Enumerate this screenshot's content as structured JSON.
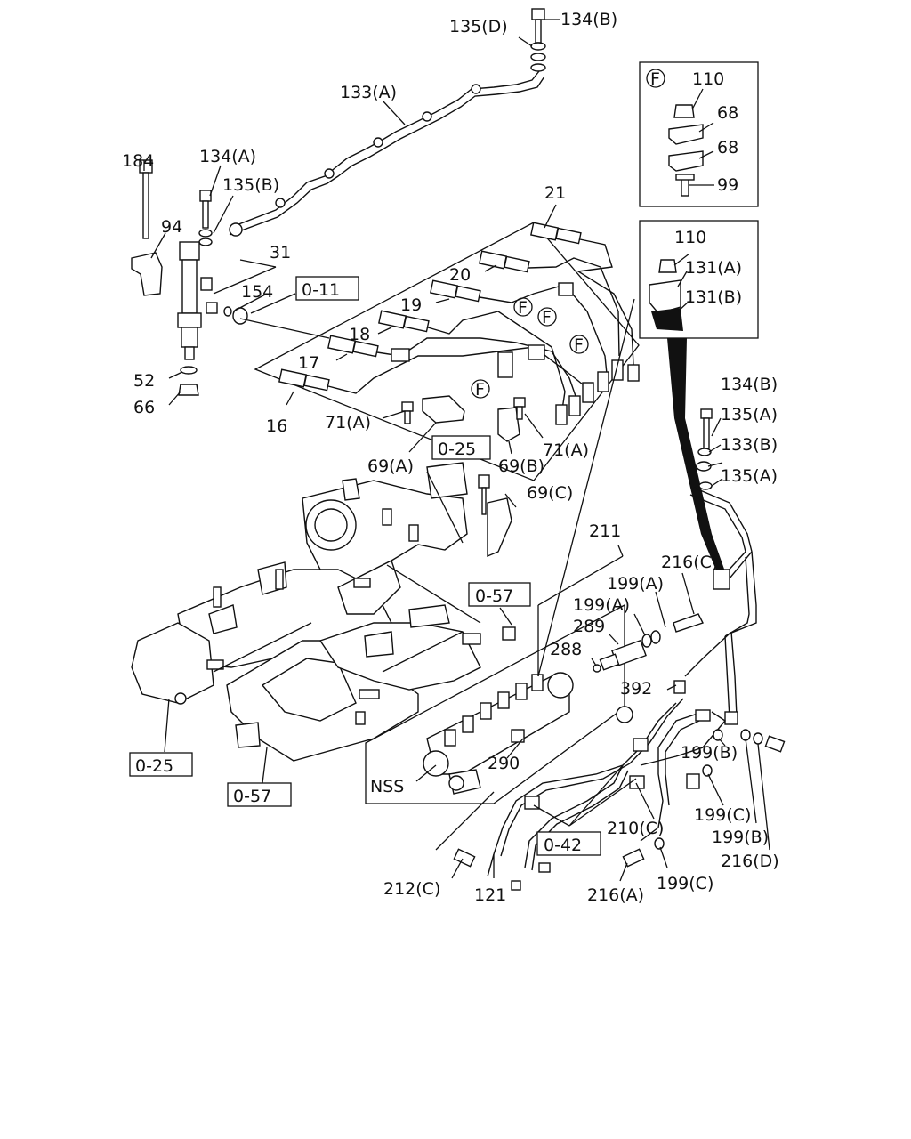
{
  "labels": {
    "p135D": "135(D)",
    "p134B_top": "134(B)",
    "p133A": "133(A)",
    "p184": "184",
    "p134A": "134(A)",
    "p135B": "135(B)",
    "p94": "94",
    "p31": "31",
    "p154": "154",
    "p52": "52",
    "p66": "66",
    "p21": "21",
    "p20": "20",
    "p19": "19",
    "p18": "18",
    "p17": "17",
    "p16": "16",
    "p71A_1": "71(A)",
    "p71A_2": "71(A)",
    "p69A": "69(A)",
    "p69B": "69(B)",
    "p69C": "69(C)",
    "pF1": "F",
    "pF2": "F",
    "pF3": "F",
    "pF4": "F",
    "inset1_F": "F",
    "p110_1": "110",
    "p68_1": "68",
    "p68_2": "68",
    "p99": "99",
    "p110_2": "110",
    "p131A": "131(A)",
    "p131B": "131(B)",
    "p134B_r": "134(B)",
    "p135A_1": "135(A)",
    "p133B": "133(B)",
    "p135A_2": "135(A)",
    "p211": "211",
    "p216C": "216(C)",
    "p199A_1": "199(A)",
    "p199A_2": "199(A)",
    "p289": "289",
    "p288": "288",
    "p392": "392",
    "p199B_1": "199(B)",
    "p199C_1": "199(C)",
    "p199B_2": "199(B)",
    "p216D": "216(D)",
    "p210C": "210(C)",
    "p290": "290",
    "pNSS": "NSS",
    "p212C": "212(C)",
    "p121": "121",
    "p216A": "216(A)",
    "p199C_2": "199(C)"
  },
  "refs": {
    "r011": "0-11",
    "r025_top": "0-25",
    "r057_mid": "0-57",
    "r025_bot": "0-25",
    "r057_bot": "0-57",
    "r042": "0-42"
  }
}
